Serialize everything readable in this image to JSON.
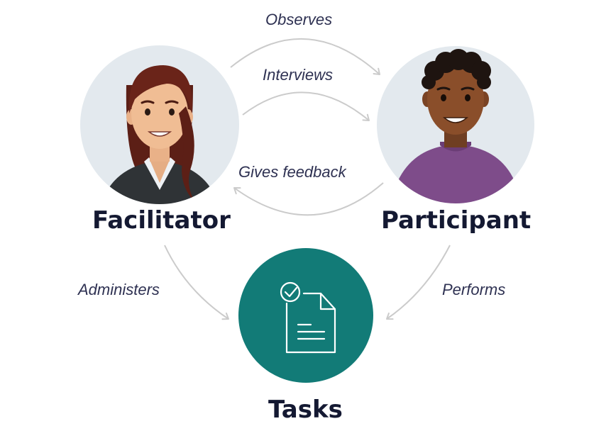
{
  "nodes": {
    "facilitator": {
      "label": "Facilitator"
    },
    "participant": {
      "label": "Participant"
    },
    "tasks": {
      "label": "Tasks",
      "icon": "task-document-check-icon"
    }
  },
  "edges": {
    "observes": {
      "label": "Observes"
    },
    "interviews": {
      "label": "Interviews"
    },
    "gives_feedback": {
      "label": "Gives feedback"
    },
    "administers": {
      "label": "Administers"
    },
    "performs": {
      "label": "Performs"
    }
  },
  "colors": {
    "portrait_bg": "#e3e9ee",
    "tasks_circle": "#127b77",
    "arrow": "#cbcbcb",
    "text_dark": "#141932",
    "text_italic": "#2e3152",
    "participant_shirt": "#7e4c8a"
  }
}
